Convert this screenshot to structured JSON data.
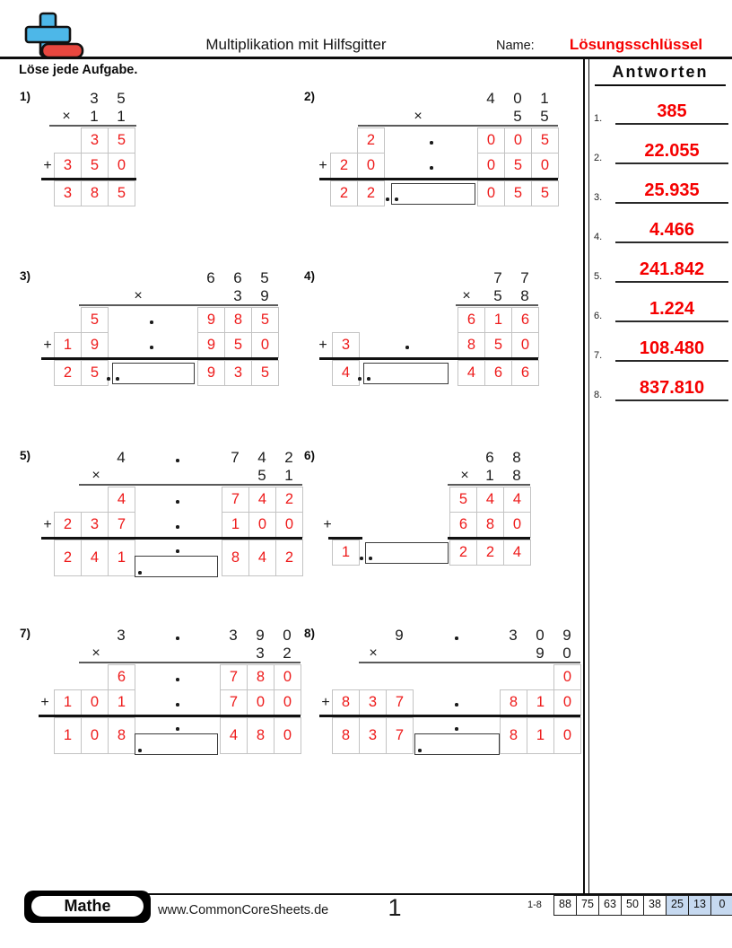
{
  "header": {
    "title": "Multiplikation mit Hilfsgitter",
    "name_label": "Name:",
    "answer_key_label": "Lösungsschlüssel",
    "instruction": "Löse jede Aufgabe."
  },
  "operators": {
    "multiply": "×",
    "add": "+"
  },
  "problems": [
    {
      "label": "1)",
      "top_left": [],
      "top_dot": false,
      "top_right": [
        "",
        "3",
        "5"
      ],
      "mul": [
        "",
        "1",
        "1"
      ],
      "r1_left": [],
      "r1_dot": false,
      "r1_right": [
        "",
        "3",
        "5"
      ],
      "r2_left": [],
      "r2_dot": false,
      "r2_right": [
        "3",
        "5",
        "0"
      ],
      "r3_left": [],
      "r3_right": [
        "3",
        "8",
        "5"
      ]
    },
    {
      "label": "2)",
      "top_left": [
        "",
        ""
      ],
      "top_dot": false,
      "top_right": [
        "4",
        "0",
        "1"
      ],
      "mul": [
        "",
        "5",
        "5"
      ],
      "r1_left": [
        "",
        "2"
      ],
      "r1_dot": true,
      "r1_right": [
        "0",
        "0",
        "5"
      ],
      "r2_left": [
        "2",
        "0"
      ],
      "r2_dot": true,
      "r2_right": [
        "0",
        "5",
        "0"
      ],
      "r3_left": [
        "2",
        "2"
      ],
      "r3_right": [
        "0",
        "5",
        "5"
      ]
    },
    {
      "label": "3)",
      "top_left": [
        "",
        ""
      ],
      "top_dot": false,
      "top_right": [
        "6",
        "6",
        "5"
      ],
      "mul": [
        "",
        "3",
        "9"
      ],
      "r1_left": [
        "",
        "5"
      ],
      "r1_dot": true,
      "r1_right": [
        "9",
        "8",
        "5"
      ],
      "r2_left": [
        "1",
        "9"
      ],
      "r2_dot": true,
      "r2_right": [
        "9",
        "5",
        "0"
      ],
      "r3_left": [
        "2",
        "5"
      ],
      "r3_right": [
        "9",
        "3",
        "5"
      ]
    },
    {
      "label": "4)",
      "top_left": [],
      "top_dot": false,
      "top_right": [
        "",
        "7",
        "7"
      ],
      "mul": [
        "",
        "5",
        "8"
      ],
      "r1_left": [],
      "r1_dot": false,
      "r1_right": [
        "6",
        "1",
        "6"
      ],
      "r2_left": [
        "3"
      ],
      "r2_dot": true,
      "r2_right": [
        "8",
        "5",
        "0"
      ],
      "r3_left": [
        "4"
      ],
      "r3_right": [
        "4",
        "6",
        "6"
      ]
    },
    {
      "label": "5)",
      "top_left": [
        "",
        "",
        "4"
      ],
      "top_dot": true,
      "top_right": [
        "7",
        "4",
        "2"
      ],
      "mul": [
        "",
        "5",
        "1"
      ],
      "r1_left": [
        "",
        "",
        "4"
      ],
      "r1_dot": true,
      "r1_right": [
        "7",
        "4",
        "2"
      ],
      "r2_left": [
        "2",
        "3",
        "7"
      ],
      "r2_dot": true,
      "r2_right": [
        "1",
        "0",
        "0"
      ],
      "r3_left": [
        "2",
        "4",
        "1"
      ],
      "r3_right": [
        "8",
        "4",
        "2"
      ]
    },
    {
      "label": "6)",
      "top_left": [],
      "top_dot": false,
      "top_right": [
        "",
        "6",
        "8"
      ],
      "mul": [
        "",
        "1",
        "8"
      ],
      "r1_left": [],
      "r1_dot": false,
      "r1_right": [
        "5",
        "4",
        "4"
      ],
      "r2_left": [],
      "r2_dot": false,
      "r2_right": [
        "6",
        "8",
        "0"
      ],
      "r3_left": [
        "1"
      ],
      "r3_right": [
        "2",
        "2",
        "4"
      ]
    },
    {
      "label": "7)",
      "top_left": [
        "",
        "",
        "3"
      ],
      "top_dot": true,
      "top_right": [
        "3",
        "9",
        "0"
      ],
      "mul": [
        "",
        "3",
        "2"
      ],
      "r1_left": [
        "",
        "",
        "6"
      ],
      "r1_dot": true,
      "r1_right": [
        "7",
        "8",
        "0"
      ],
      "r2_left": [
        "1",
        "0",
        "1"
      ],
      "r2_dot": true,
      "r2_right": [
        "7",
        "0",
        "0"
      ],
      "r3_left": [
        "1",
        "0",
        "8"
      ],
      "r3_right": [
        "4",
        "8",
        "0"
      ]
    },
    {
      "label": "8)",
      "top_left": [
        "",
        "",
        "9"
      ],
      "top_dot": true,
      "top_right": [
        "3",
        "0",
        "9"
      ],
      "mul": [
        "",
        "9",
        "0"
      ],
      "r1_left": [],
      "r1_dot": false,
      "r1_right": [
        "",
        "",
        "0"
      ],
      "r2_left": [
        "8",
        "3",
        "7"
      ],
      "r2_dot": true,
      "r2_right": [
        "8",
        "1",
        "0"
      ],
      "r3_left": [
        "8",
        "3",
        "7"
      ],
      "r3_right": [
        "8",
        "1",
        "0"
      ]
    }
  ],
  "answers_panel": {
    "title": "Antworten",
    "items": [
      {
        "num": "1.",
        "value": "385"
      },
      {
        "num": "2.",
        "value": "22.055"
      },
      {
        "num": "3.",
        "value": "25.935"
      },
      {
        "num": "4.",
        "value": "4.466"
      },
      {
        "num": "5.",
        "value": "241.842"
      },
      {
        "num": "6.",
        "value": "1.224"
      },
      {
        "num": "7.",
        "value": "108.480"
      },
      {
        "num": "8.",
        "value": "837.810"
      }
    ]
  },
  "footer": {
    "subject_badge": "Mathe",
    "website": "www.CommonCoreSheets.de",
    "page_number": "1",
    "score_range_label": "1-8",
    "score_values": [
      "88",
      "75",
      "63",
      "50",
      "38",
      "25",
      "13",
      "0"
    ],
    "highlight_from_index": 5
  },
  "colors": {
    "accent_red": "#f50000",
    "grid_digit_red": "#ee1b1b",
    "score_highlight": "#c6d9f0",
    "logo_blue": "#4db7e8",
    "logo_red": "#e8473f"
  }
}
